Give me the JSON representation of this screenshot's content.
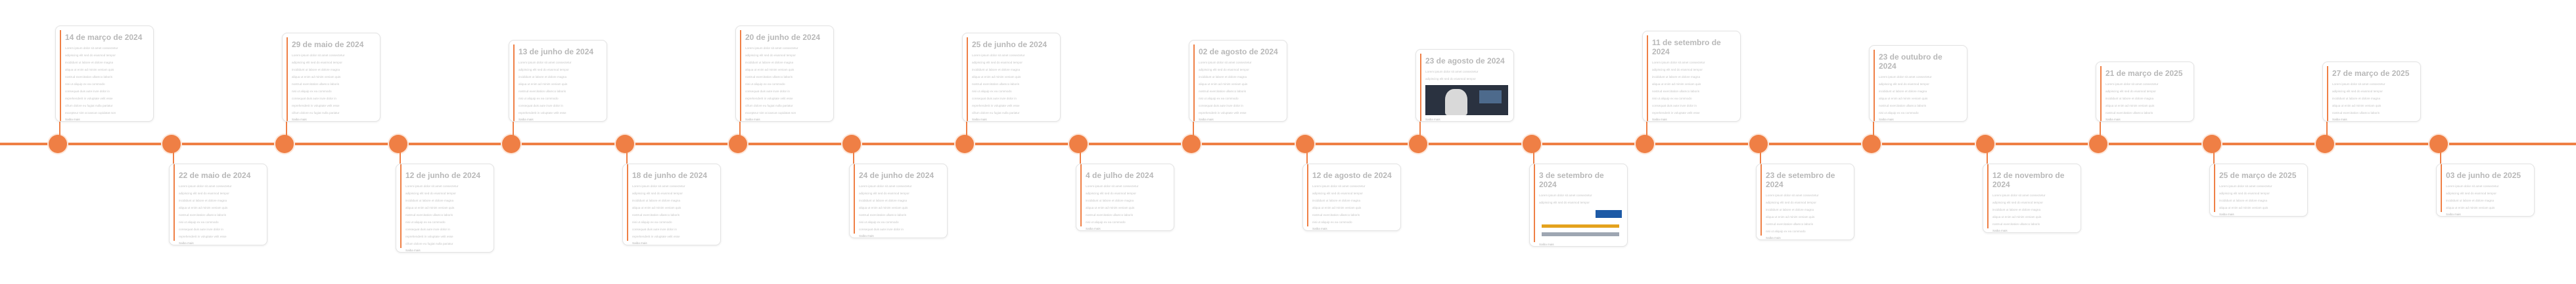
{
  "colors": {
    "accent": "#ef7f45",
    "card_border": "#e3e3e3",
    "date_text": "#b8b8b8"
  },
  "events": [
    {
      "date": "14 de março de 2024",
      "position": "up",
      "lines": [
        "Lorem ipsum dolor sit amet consectetur",
        "adipiscing elit sed do eiusmod tempor",
        "incididunt ut labore et dolore magna",
        "aliqua ut enim ad minim veniam quis",
        "nostrud exercitation ullamco laboris",
        "nisi ut aliquip ex ea commodo",
        "consequat duis aute irure dolor in",
        "reprehenderit in voluptate velit esse",
        "cillum dolore eu fugiat nulla pariatur",
        "excepteur sint occaecat cupidatat non"
      ],
      "foot": "Saiba mais"
    },
    {
      "date": "22 de maio de 2024",
      "position": "down",
      "lines": [
        "Lorem ipsum dolor sit amet consectetur",
        "adipiscing elit sed do eiusmod tempor",
        "incididunt ut labore et dolore magna",
        "aliqua ut enim ad minim veniam quis",
        "nostrud exercitation ullamco laboris",
        "nisi ut aliquip ex ea commodo",
        "consequat duis aute irure dolor in",
        "reprehenderit in voluptate velit esse"
      ],
      "foot": "Saiba mais"
    },
    {
      "date": "29 de maio de 2024",
      "position": "up",
      "lines": [
        "Lorem ipsum dolor sit amet consectetur",
        "adipiscing elit sed do eiusmod tempor",
        "incididunt ut labore et dolore magna",
        "aliqua ut enim ad minim veniam quis",
        "nostrud exercitation ullamco laboris",
        "nisi ut aliquip ex ea commodo",
        "consequat duis aute irure dolor in",
        "reprehenderit in voluptate velit esse",
        "cillum dolore eu fugiat nulla pariatur"
      ],
      "foot": "Saiba mais"
    },
    {
      "date": "12 de junho de 2024",
      "position": "down",
      "lines": [
        "Lorem ipsum dolor sit amet consectetur",
        "adipiscing elit sed do eiusmod tempor",
        "incididunt ut labore et dolore magna",
        "aliqua ut enim ad minim veniam quis",
        "nostrud exercitation ullamco laboris",
        "nisi ut aliquip ex ea commodo",
        "consequat duis aute irure dolor in",
        "reprehenderit in voluptate velit esse",
        "cillum dolore eu fugiat nulla pariatur"
      ],
      "foot": "Saiba mais"
    },
    {
      "date": "13 de junho de 2024",
      "position": "up",
      "lines": [
        "Lorem ipsum dolor sit amet consectetur",
        "adipiscing elit sed do eiusmod tempor",
        "incididunt ut labore et dolore magna",
        "aliqua ut enim ad minim veniam quis",
        "nostrud exercitation ullamco laboris",
        "nisi ut aliquip ex ea commodo",
        "consequat duis aute irure dolor in",
        "reprehenderit in voluptate velit esse"
      ],
      "foot": "Saiba mais"
    },
    {
      "date": "18 de junho de 2024",
      "position": "down",
      "lines": [
        "Lorem ipsum dolor sit amet consectetur",
        "adipiscing elit sed do eiusmod tempor",
        "incididunt ut labore et dolore magna",
        "aliqua ut enim ad minim veniam quis",
        "nostrud exercitation ullamco laboris",
        "nisi ut aliquip ex ea commodo",
        "consequat duis aute irure dolor in",
        "reprehenderit in voluptate velit esse"
      ],
      "foot": "Saiba mais"
    },
    {
      "date": "20 de junho de 2024",
      "position": "up",
      "lines": [
        "Lorem ipsum dolor sit amet consectetur",
        "adipiscing elit sed do eiusmod tempor",
        "incididunt ut labore et dolore magna",
        "aliqua ut enim ad minim veniam quis",
        "nostrud exercitation ullamco laboris",
        "nisi ut aliquip ex ea commodo",
        "consequat duis aute irure dolor in",
        "reprehenderit in voluptate velit esse",
        "cillum dolore eu fugiat nulla pariatur",
        "excepteur sint occaecat cupidatat non"
      ],
      "foot": "Saiba mais"
    },
    {
      "date": "24 de junho de 2024",
      "position": "down",
      "lines": [
        "Lorem ipsum dolor sit amet consectetur",
        "adipiscing elit sed do eiusmod tempor",
        "incididunt ut labore et dolore magna",
        "aliqua ut enim ad minim veniam quis",
        "nostrud exercitation ullamco laboris",
        "nisi ut aliquip ex ea commodo",
        "consequat duis aute irure dolor in"
      ],
      "foot": "Saiba mais"
    },
    {
      "date": "25 de junho de 2024",
      "position": "up",
      "lines": [
        "Lorem ipsum dolor sit amet consectetur",
        "adipiscing elit sed do eiusmod tempor",
        "incididunt ut labore et dolore magna",
        "aliqua ut enim ad minim veniam quis",
        "nostrud exercitation ullamco laboris",
        "nisi ut aliquip ex ea commodo",
        "consequat duis aute irure dolor in",
        "reprehenderit in voluptate velit esse",
        "cillum dolore eu fugiat nulla pariatur"
      ],
      "foot": "Saiba mais"
    },
    {
      "date": "4 de julho de 2024",
      "position": "down",
      "lines": [
        "Lorem ipsum dolor sit amet consectetur",
        "adipiscing elit sed do eiusmod tempor",
        "incididunt ut labore et dolore magna",
        "aliqua ut enim ad minim veniam quis",
        "nostrud exercitation ullamco laboris",
        "nisi ut aliquip ex ea commodo"
      ],
      "foot": "Saiba mais"
    },
    {
      "date": "02 de agosto de 2024",
      "position": "up",
      "lines": [
        "Lorem ipsum dolor sit amet consectetur",
        "adipiscing elit sed do eiusmod tempor",
        "incididunt ut labore et dolore magna",
        "aliqua ut enim ad minim veniam quis",
        "nostrud exercitation ullamco laboris",
        "nisi ut aliquip ex ea commodo",
        "consequat duis aute irure dolor in",
        "reprehenderit in voluptate velit esse"
      ],
      "foot": "Saiba mais"
    },
    {
      "date": "12 de agosto de 2024",
      "position": "down",
      "lines": [
        "Lorem ipsum dolor sit amet consectetur",
        "adipiscing elit sed do eiusmod tempor",
        "incididunt ut labore et dolore magna",
        "aliqua ut enim ad minim veniam quis",
        "nostrud exercitation ullamco laboris",
        "nisi ut aliquip ex ea commodo"
      ],
      "foot": "Saiba mais"
    },
    {
      "date": "23 de agosto de 2024",
      "position": "up",
      "lines": [
        "Lorem ipsum dolor sit amet consectetur",
        "adipiscing elit sed do eiusmod tempor"
      ],
      "image": "photo",
      "foot": "Saiba mais"
    },
    {
      "date": "3 de setembro de 2024",
      "position": "down",
      "lines": [
        "Lorem ipsum dolor sit amet consectetur",
        "adipiscing elit sed do eiusmod tempor"
      ],
      "image": "logos",
      "foot": "Saiba mais"
    },
    {
      "date": "11 de setembro de 2024",
      "position": "up",
      "lines": [
        "Lorem ipsum dolor sit amet consectetur",
        "adipiscing elit sed do eiusmod tempor",
        "incididunt ut labore et dolore magna",
        "aliqua ut enim ad minim veniam quis",
        "nostrud exercitation ullamco laboris",
        "nisi ut aliquip ex ea commodo",
        "consequat duis aute irure dolor in",
        "reprehenderit in voluptate velit esse"
      ],
      "foot": "Saiba mais"
    },
    {
      "date": "23 de setembro de 2024",
      "position": "down",
      "lines": [
        "Lorem ipsum dolor sit amet consectetur",
        "adipiscing elit sed do eiusmod tempor",
        "incididunt ut labore et dolore magna",
        "aliqua ut enim ad minim veniam quis",
        "nostrud exercitation ullamco laboris",
        "nisi ut aliquip ex ea commodo"
      ],
      "foot": "Saiba mais"
    },
    {
      "date": "23 de outubro de 2024",
      "position": "up",
      "lines": [
        "Lorem ipsum dolor sit amet consectetur",
        "adipiscing elit sed do eiusmod tempor",
        "incididunt ut labore et dolore magna",
        "aliqua ut enim ad minim veniam quis",
        "nostrud exercitation ullamco laboris",
        "nisi ut aliquip ex ea commodo"
      ],
      "foot": "Saiba mais"
    },
    {
      "date": "12 de novembro de 2024",
      "position": "down",
      "lines": [
        "Lorem ipsum dolor sit amet consectetur",
        "adipiscing elit sed do eiusmod tempor",
        "incididunt ut labore et dolore magna",
        "aliqua ut enim ad minim veniam quis",
        "nostrud exercitation ullamco laboris"
      ],
      "foot": "Saiba mais"
    },
    {
      "date": "21 de março de 2025",
      "position": "up",
      "lines": [
        "Lorem ipsum dolor sit amet consectetur",
        "adipiscing elit sed do eiusmod tempor",
        "incididunt ut labore et dolore magna",
        "aliqua ut enim ad minim veniam quis",
        "nostrud exercitation ullamco laboris"
      ],
      "foot": "Saiba mais"
    },
    {
      "date": "25 de março de 2025",
      "position": "down",
      "lines": [
        "Lorem ipsum dolor sit amet consectetur",
        "adipiscing elit sed do eiusmod tempor",
        "incididunt ut labore et dolore magna",
        "aliqua ut enim ad minim veniam quis"
      ],
      "foot": "Saiba mais"
    },
    {
      "date": "27 de março de 2025",
      "position": "up",
      "lines": [
        "Lorem ipsum dolor sit amet consectetur",
        "adipiscing elit sed do eiusmod tempor",
        "incididunt ut labore et dolore magna",
        "aliqua ut enim ad minim veniam quis",
        "nostrud exercitation ullamco laboris"
      ],
      "foot": "Saiba mais"
    },
    {
      "date": "03 de junho de 2025",
      "position": "down",
      "lines": [
        "Lorem ipsum dolor sit amet consectetur",
        "adipiscing elit sed do eiusmod tempor",
        "incididunt ut labore et dolore magna",
        "aliqua ut enim ad minim veniam quis"
      ],
      "foot": "Saiba mais"
    }
  ]
}
